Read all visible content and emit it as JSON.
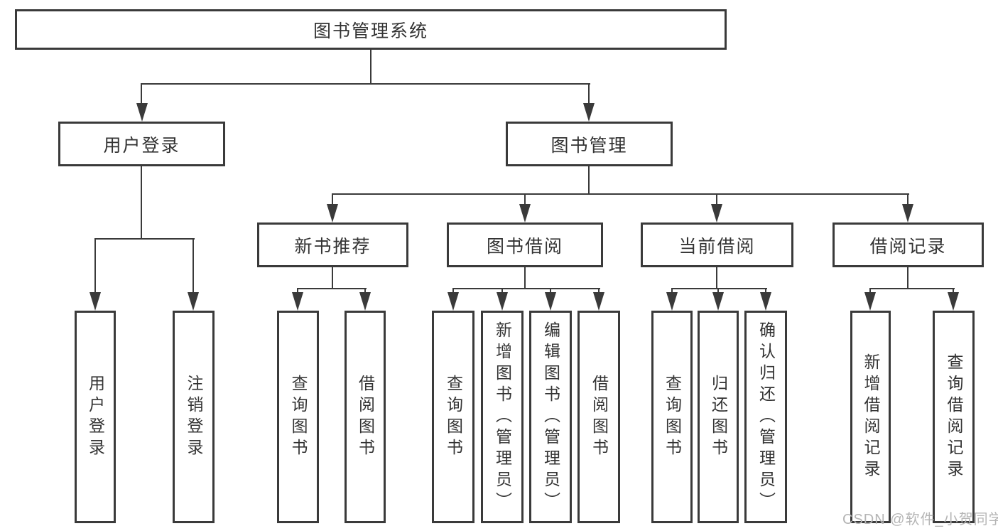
{
  "colors": {
    "line": "#3a3a3a",
    "text": "#333333",
    "watermark": "#b5b5b5",
    "background": "#ffffff"
  },
  "watermark": {
    "text": "CSDN @软件_小贺同学"
  },
  "tree": {
    "label": "图书管理系统",
    "children": [
      {
        "label": "用户登录",
        "children": [
          {
            "label": "用户登录"
          },
          {
            "label": "注销登录"
          }
        ]
      },
      {
        "label": "图书管理",
        "children": [
          {
            "label": "新书推荐",
            "children": [
              {
                "label": "查询图书"
              },
              {
                "label": "借阅图书"
              }
            ]
          },
          {
            "label": "图书借阅",
            "children": [
              {
                "label": "查询图书"
              },
              {
                "label": "新增图书（管理员）"
              },
              {
                "label": "编辑图书（管理员）"
              },
              {
                "label": "借阅图书"
              }
            ]
          },
          {
            "label": "当前借阅",
            "children": [
              {
                "label": "查询图书"
              },
              {
                "label": "归还图书"
              },
              {
                "label": "确认归还（管理员）"
              }
            ]
          },
          {
            "label": "借阅记录",
            "children": [
              {
                "label": "新增借阅记录"
              },
              {
                "label": "查询借阅记录"
              }
            ]
          }
        ]
      }
    ]
  }
}
